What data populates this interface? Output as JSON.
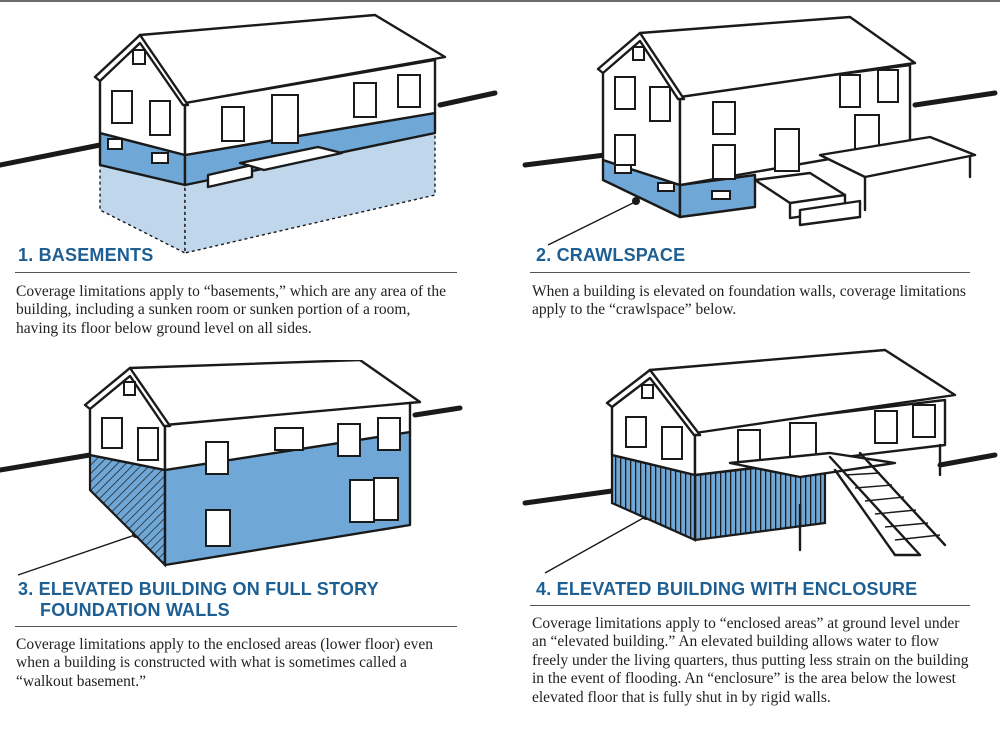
{
  "panels": [
    {
      "heading": "1. BASEMENTS",
      "body": "Coverage limitations apply to “basements,” which are any area of the building, including a sunken room or sunken portion of a room, having its floor below ground level on all sides."
    },
    {
      "heading": "2. CRAWLSPACE",
      "body": "When a building is elevated on foundation walls, coverage limitations apply to the “crawlspace” below."
    },
    {
      "heading_line1": "3. ELEVATED BUILDING ON FULL STORY",
      "heading_line2": "FOUNDATION WALLS",
      "body": "Coverage limitations apply to the enclosed areas (lower floor) even when a building is constructed with what is sometimes called a “walkout basement.”"
    },
    {
      "heading": "4. ELEVATED BUILDING WITH ENCLOSURE",
      "body": "Coverage limitations apply to “enclosed areas” at ground level under an “elevated building.” An elevated building allows water to flow freely under the living quarters, thus putting less strain on the building in the event of flooding. An “enclosure” is the area below the lowest elevated floor that is fully shut in by rigid walls."
    }
  ],
  "colors": {
    "heading": "#1d5e93",
    "flood_blue": "#6fa8d6",
    "basement_pale": "#c0d6ea"
  },
  "icons": [
    "house-basement-illustration",
    "house-crawlspace-illustration",
    "house-walkout-illustration",
    "house-enclosure-illustration"
  ]
}
